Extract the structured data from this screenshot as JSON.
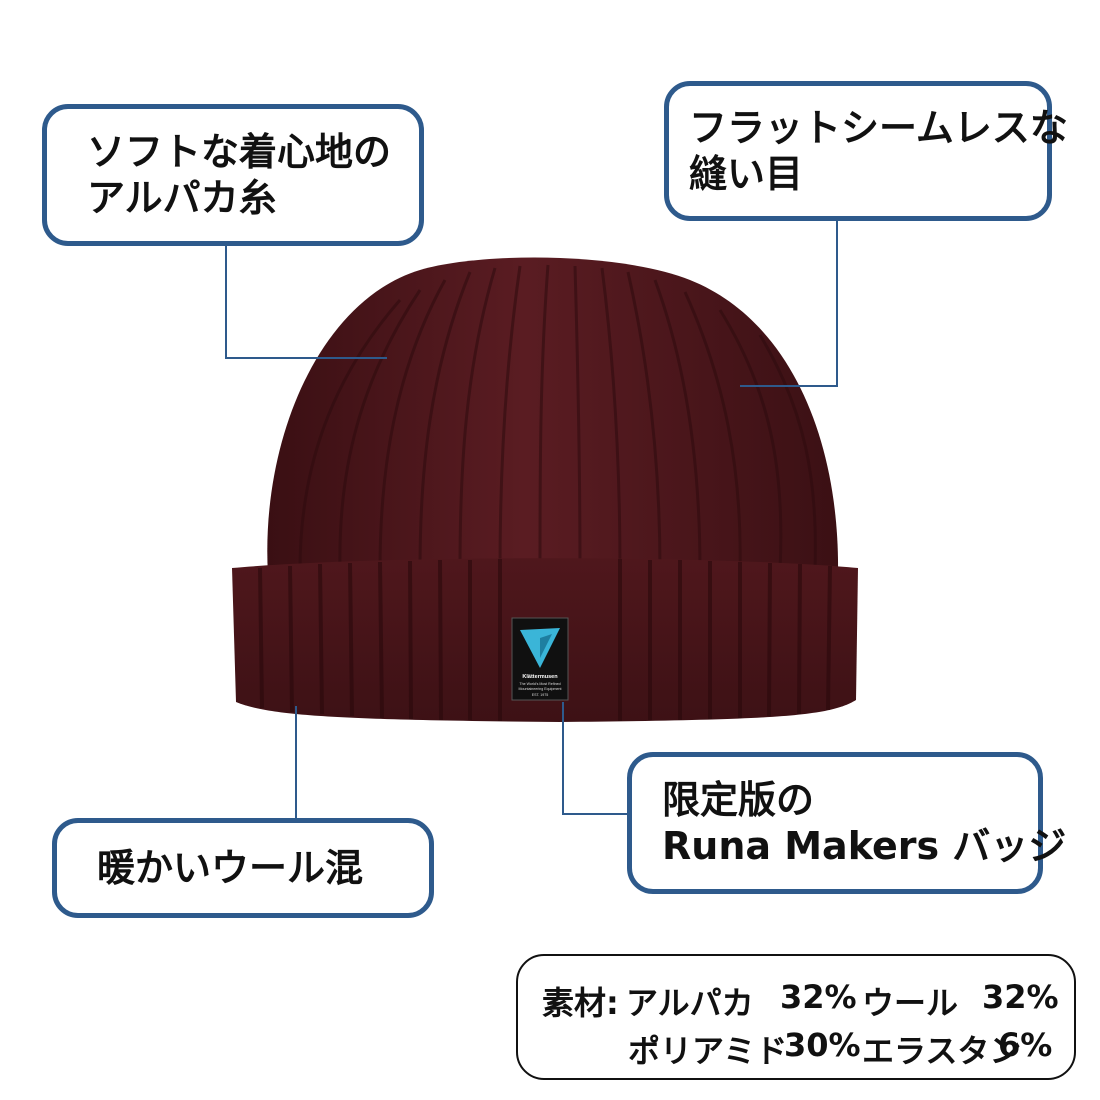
{
  "callouts": {
    "soft_yarn": {
      "line1": "ソフトな着心地の",
      "line2": "アルパカ糸"
    },
    "flat_seam": {
      "line1": "フラットシームレスな",
      "line2": "縫い目"
    },
    "warm_wool": {
      "line1": "暖かいウール混"
    },
    "limited_badge": {
      "line1": "限定版の",
      "line2": "Runa Makers バッジ"
    }
  },
  "materials": {
    "label": "素材:",
    "items": [
      {
        "name": "アルパカ",
        "percent": "32%"
      },
      {
        "name": "ウール",
        "percent": "32%"
      },
      {
        "name": "ポリアミド",
        "percent": "30%"
      },
      {
        "name": "エラスタン",
        "percent": "6%"
      }
    ]
  },
  "badge": {
    "brand": "Klättermusen",
    "tagline1": "The World's Most Refined",
    "tagline2": "Mountaineering Equipment",
    "est": "EST. 1975"
  },
  "colors": {
    "callout_border": "#2e5a8c",
    "beanie": "#4a1519",
    "badge_logo": "#3ab5d8"
  }
}
